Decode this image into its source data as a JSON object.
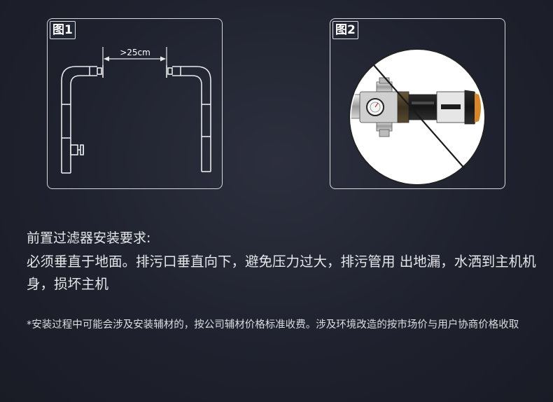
{
  "figures": [
    {
      "label": "图1",
      "dimension_label": ">25cm"
    },
    {
      "label": "图2"
    }
  ],
  "requirements": {
    "heading": "前置过滤器安装要求:",
    "body": "必须垂直于地面。排污口垂直向下，避免压力过大，排污管用 出地漏，水洒到主机机身，损坏主机"
  },
  "note": "*安装过程中可能会涉及安装辅材的，按公司辅材价格标准收费。涉及环境改造的按市场价与用户协商价格收取",
  "colors": {
    "background": "#1f222e",
    "line": "#d7d8dc",
    "text": "#e6e7ea"
  }
}
